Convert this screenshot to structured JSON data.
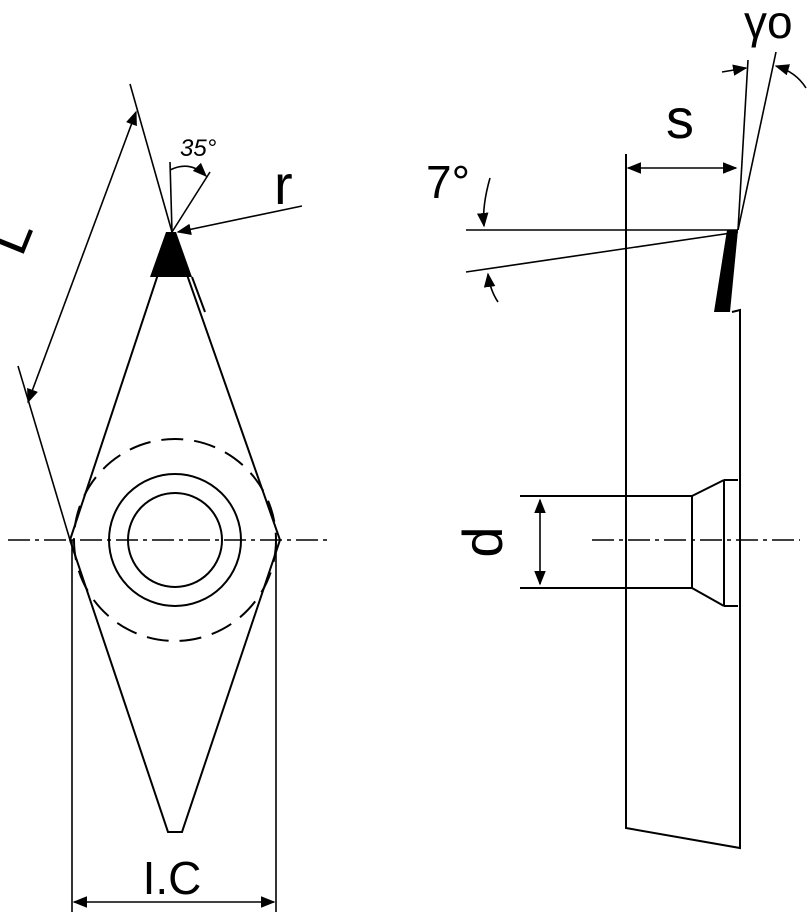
{
  "labels": {
    "length": "L",
    "angle": "35°",
    "radius": "r",
    "clearance": "7°",
    "thickness": "s",
    "rake": "γo",
    "hole": "d",
    "inscribed_circle": "I.C"
  },
  "colors": {
    "stroke": "#000000",
    "background": "#ffffff"
  }
}
